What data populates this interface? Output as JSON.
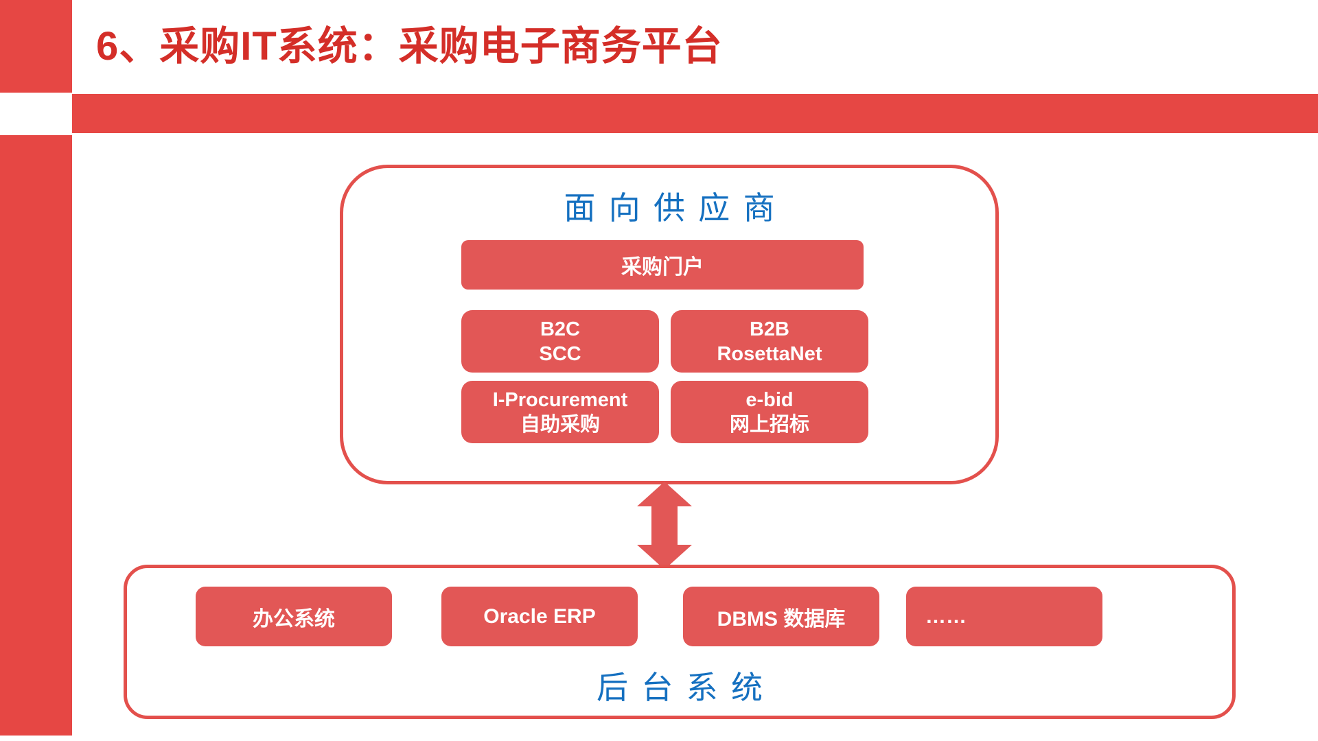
{
  "slide": {
    "title": "6、采购IT系统：采购电子商务平台",
    "colors": {
      "accent_red": "#E64744",
      "box_red": "#E25756",
      "border_red": "#E3504C",
      "title_red": "#D42E28",
      "heading_blue": "#1570C0",
      "box_text": "#FFFFFF"
    }
  },
  "supplier_panel": {
    "heading": "面向供应商",
    "portal_label": "采购门户",
    "boxes": [
      {
        "line1": "B2C",
        "line2": "SCC"
      },
      {
        "line1": "B2B",
        "line2": "RosettaNet"
      },
      {
        "line1": "I-Procurement",
        "line2": "自助采购"
      },
      {
        "line1": "e-bid",
        "line2": "网上招标"
      }
    ]
  },
  "connector": {
    "type": "double-headed-vertical-arrow"
  },
  "backend_panel": {
    "heading": "后台系统",
    "boxes": [
      {
        "label": "办公系统"
      },
      {
        "label": "Oracle ERP"
      },
      {
        "label": "DBMS  数据库"
      },
      {
        "label": "……"
      }
    ]
  }
}
